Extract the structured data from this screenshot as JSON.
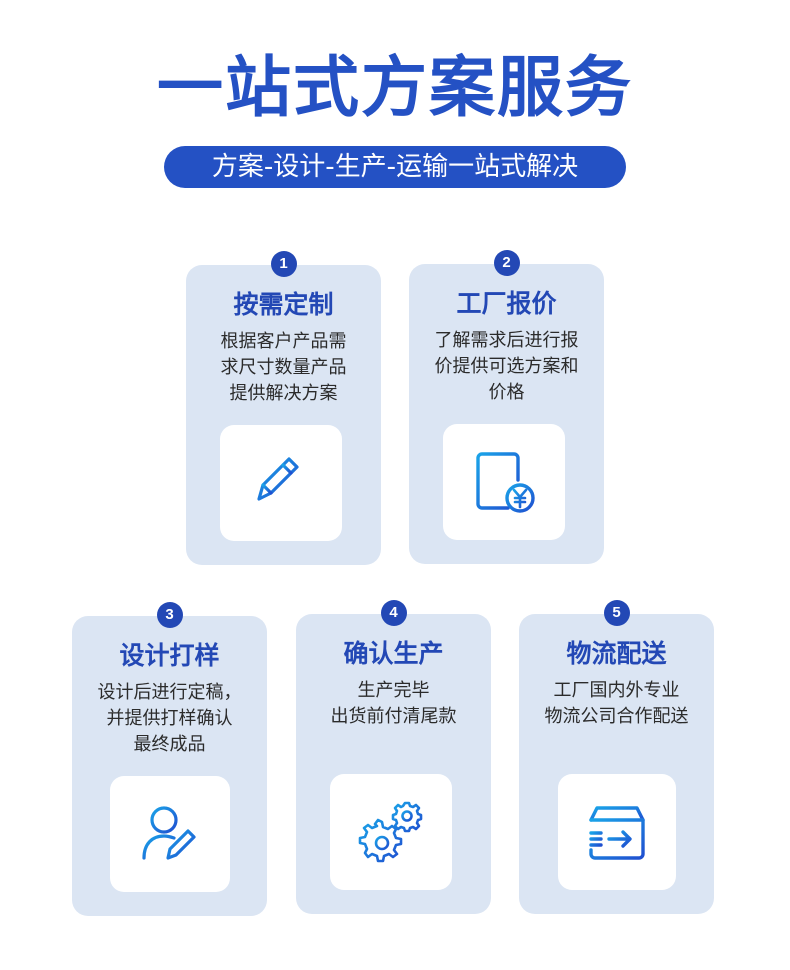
{
  "header": {
    "title": "一站式方案服务",
    "subtitle": "方案-设计-生产-运输一站式解决"
  },
  "colors": {
    "primary": "#2451c4",
    "badge": "#2348b5",
    "card_bg": "#dbe5f3",
    "icon_gradient_start": "#1aa3e8",
    "icon_gradient_end": "#1f4fd0"
  },
  "steps": [
    {
      "number": "1",
      "title": "按需定制",
      "desc": [
        "根据客户产品需",
        "求尺寸数量产品",
        "提供解决方案"
      ],
      "icon": "pencil-write-icon"
    },
    {
      "number": "2",
      "title": "工厂报价",
      "desc": [
        "了解需求后进行报",
        "价提供可选方案和",
        "价格"
      ],
      "icon": "invoice-yen-icon"
    },
    {
      "number": "3",
      "title": "设计打样",
      "desc": [
        "设计后进行定稿，",
        "并提供打样确认",
        "最终成品"
      ],
      "icon": "user-edit-icon"
    },
    {
      "number": "4",
      "title": "确认生产",
      "desc": [
        "生产完毕",
        "出货前付清尾款"
      ],
      "icon": "gears-icon"
    },
    {
      "number": "5",
      "title": "物流配送",
      "desc": [
        "工厂国内外专业",
        "物流公司合作配送"
      ],
      "icon": "delivery-box-icon"
    }
  ]
}
